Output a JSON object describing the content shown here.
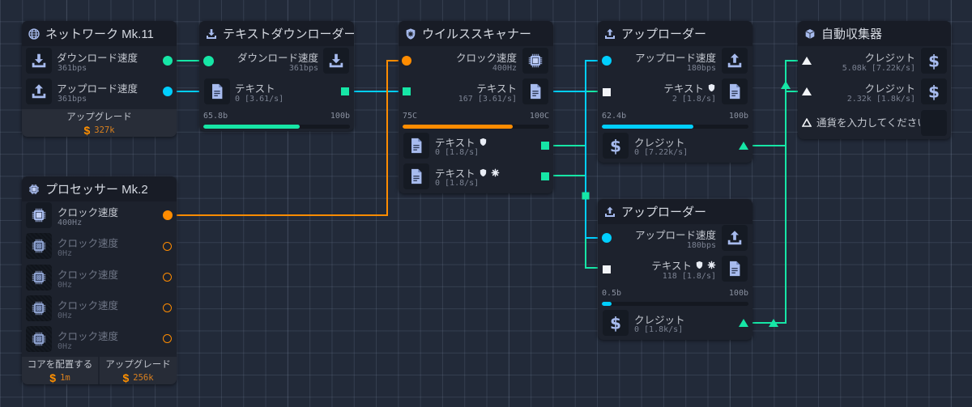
{
  "theme": {
    "green": "#16e6a6",
    "cyan": "#00cfff",
    "orange": "#ff8c00"
  },
  "nodes": {
    "network": {
      "title": "ネットワーク Mk.11",
      "icon": "globe-icon",
      "rows": [
        {
          "label": "ダウンロード速度",
          "value": "361bps",
          "icon": "download-icon"
        },
        {
          "label": "アップロード速度",
          "value": "361bps",
          "icon": "upload-icon"
        }
      ],
      "footer": {
        "label": "アップグレード",
        "currency": "$",
        "price": "327k"
      }
    },
    "text_downloader": {
      "title": "テキストダウンローダー",
      "icon": "download-icon",
      "inputs": [
        {
          "label": "ダウンロード速度",
          "value": "361bps",
          "icon": "download-icon"
        }
      ],
      "outputs": [
        {
          "label": "テキスト",
          "value": "0 [3.61/s]",
          "icon": "document-icon"
        }
      ],
      "storage": {
        "current_label": "65.8b",
        "max_label": "100b",
        "value": 65.8,
        "max": 100
      }
    },
    "virus_scanner": {
      "title": "ウイルススキャナー",
      "icon": "virus-scanner-icon",
      "inputs": [
        {
          "label": "クロック速度",
          "value": "400Hz",
          "icon": "chip-icon"
        },
        {
          "label": "テキスト",
          "value": "167 [3.61/s]",
          "icon": "document-icon"
        }
      ],
      "temperature": {
        "current_label": "75C",
        "max_label": "100C",
        "value": 75,
        "max": 100
      },
      "outputs": [
        {
          "label": "テキスト",
          "value": "0 [1.8/s]",
          "icon": "document-icon",
          "badges": [
            "shield-icon"
          ]
        },
        {
          "label": "テキスト",
          "value": "0 [1.8/s]",
          "icon": "document-icon",
          "badges": [
            "shield-icon",
            "virus-icon"
          ]
        }
      ]
    },
    "uploader_1": {
      "title": "アップローダー",
      "icon": "upload-icon",
      "inputs": [
        {
          "label": "アップロード速度",
          "value": "180bps",
          "icon": "upload-icon"
        },
        {
          "label": "テキスト",
          "value": "2 [1.8/s]",
          "icon": "document-icon",
          "badges": [
            "shield-icon"
          ]
        }
      ],
      "storage": {
        "current_label": "62.4b",
        "max_label": "100b",
        "value": 62.4,
        "max": 100
      },
      "outputs": [
        {
          "label": "クレジット",
          "value": "0 [7.22k/s]",
          "icon": "dollar-icon"
        }
      ]
    },
    "auto_collector": {
      "title": "自動収集器",
      "icon": "package-icon",
      "inputs": [
        {
          "label": "クレジット",
          "value": "5.08k [7.22k/s]",
          "icon": "dollar-icon"
        },
        {
          "label": "クレジット",
          "value": "2.32k [1.8k/s]",
          "icon": "dollar-icon"
        }
      ],
      "currency_input": {
        "value": "",
        "placeholder": "通貨を入力してください"
      }
    },
    "processor": {
      "title": "プロセッサー Mk.2",
      "icon": "chip-icon",
      "cores": [
        {
          "label": "クロック速度",
          "value": "400Hz",
          "active": true
        },
        {
          "label": "クロック速度",
          "value": "0Hz",
          "active": false
        },
        {
          "label": "クロック速度",
          "value": "0Hz",
          "active": false
        },
        {
          "label": "クロック速度",
          "value": "0Hz",
          "active": false
        },
        {
          "label": "クロック速度",
          "value": "0Hz",
          "active": false
        }
      ],
      "footer": [
        {
          "label": "コアを配置する",
          "currency": "$",
          "price": "1m"
        },
        {
          "label": "アップグレード",
          "currency": "$",
          "price": "256k"
        }
      ]
    },
    "uploader_2": {
      "title": "アップローダー",
      "icon": "upload-icon",
      "inputs": [
        {
          "label": "アップロード速度",
          "value": "180bps",
          "icon": "upload-icon"
        },
        {
          "label": "テキスト",
          "value": "118 [1.8/s]",
          "icon": "document-icon",
          "badges": [
            "shield-icon",
            "virus-icon"
          ]
        }
      ],
      "storage": {
        "current_label": "0.5b",
        "max_label": "100b",
        "value": 0.5,
        "max": 100
      },
      "outputs": [
        {
          "label": "クレジット",
          "value": "0 [1.8k/s]",
          "icon": "dollar-icon"
        }
      ]
    }
  }
}
